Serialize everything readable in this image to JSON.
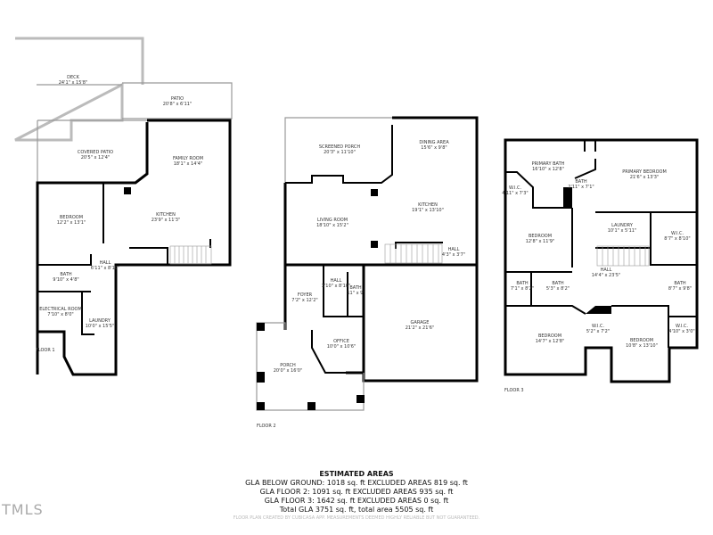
{
  "floors": [
    {
      "label": "FLOOR 1",
      "rooms": [
        {
          "name": "DECK",
          "dim": "24'1\" x 15'8\""
        },
        {
          "name": "PATIO",
          "dim": "20'8\" x 6'11\""
        },
        {
          "name": "COVERED PATIO",
          "dim": "20'5\" x 12'4\""
        },
        {
          "name": "FAMILY ROOM",
          "dim": "18'1\" x 14'4\""
        },
        {
          "name": "BEDROOM",
          "dim": "12'2\" x 13'1\""
        },
        {
          "name": "KITCHEN",
          "dim": "23'9\" x 11'3\""
        },
        {
          "name": "HALL",
          "dim": "6'11\" x 8'10\""
        },
        {
          "name": "BATH",
          "dim": "9'10\" x 4'8\""
        },
        {
          "name": "ELECTRICAL ROOM",
          "dim": "7'10\" x 8'0\""
        },
        {
          "name": "LAUNDRY",
          "dim": "10'0\" x 15'5\""
        }
      ]
    },
    {
      "label": "FLOOR 2",
      "rooms": [
        {
          "name": "SCREENED PORCH",
          "dim": "20'3\" x 11'10\""
        },
        {
          "name": "DINING AREA",
          "dim": "15'6\" x 9'8\""
        },
        {
          "name": "KITCHEN",
          "dim": "19'1\" x 13'10\""
        },
        {
          "name": "LIVING ROOM",
          "dim": "18'10\" x 15'2\""
        },
        {
          "name": "HALL",
          "dim": "4'3\" x 3'7\""
        },
        {
          "name": "HALL",
          "dim": "3'10\" x 8'10\""
        },
        {
          "name": "BATH",
          "dim": "11\" x 9'"
        },
        {
          "name": "FOYER",
          "dim": "7'2\" x 12'2\""
        },
        {
          "name": "GARAGE",
          "dim": "21'2\" x 21'6\""
        },
        {
          "name": "OFFICE",
          "dim": "10'0\" x 10'6\""
        },
        {
          "name": "PORCH",
          "dim": "20'0\" x 16'0\""
        }
      ]
    },
    {
      "label": "FLOOR 3",
      "rooms": [
        {
          "name": "PRIMARY BATH",
          "dim": "16'10\" x 12'8\""
        },
        {
          "name": "BATH",
          "dim": "2'11\" x 7'1\""
        },
        {
          "name": "W.I.C.",
          "dim": "4'11\" x 7'3\""
        },
        {
          "name": "PRIMARY BEDROOM",
          "dim": "21'6\" x 13'3\""
        },
        {
          "name": "LAUNDRY",
          "dim": "10'1\" x 5'11\""
        },
        {
          "name": "BEDROOM",
          "dim": "12'8\" x 11'9\""
        },
        {
          "name": "W.I.C.",
          "dim": "8'7\" x 8'10\""
        },
        {
          "name": "HALL",
          "dim": "14'4\" x 23'5\""
        },
        {
          "name": "BATH",
          "dim": "7'1\" x 8'2\""
        },
        {
          "name": "BATH",
          "dim": "5'3\" x 8'2\""
        },
        {
          "name": "BATH",
          "dim": "8'7\" x 9'8\""
        },
        {
          "name": "W.I.C.",
          "dim": "5'2\" x 7'2\""
        },
        {
          "name": "W.I.C.",
          "dim": "4'10\" x 3'0\""
        },
        {
          "name": "BEDROOM",
          "dim": "14'7\" x 12'8\""
        },
        {
          "name": "BEDROOM",
          "dim": "10'8\" x 13'10\""
        }
      ]
    }
  ],
  "summary": {
    "title": "ESTIMATED AREAS",
    "lines": [
      "GLA BELOW GROUND: 1018 sq. ft EXCLUDED AREAS 819 sq. ft",
      "GLA FLOOR 2: 1091 sq. ft EXCLUDED AREAS 935 sq. ft",
      "GLA FLOOR 3: 1642 sq. ft EXCLUDED AREAS 0 sq. ft",
      "Total GLA 3751 sq. ft, total area 5505 sq. ft"
    ]
  },
  "disclaimer": "FLOOR PLAN CREATED BY CUBICASA APP. MEASUREMENTS DEEMED HIGHLY RELIABLE BUT NOT GUARANTEED.",
  "watermark": "TMLS"
}
